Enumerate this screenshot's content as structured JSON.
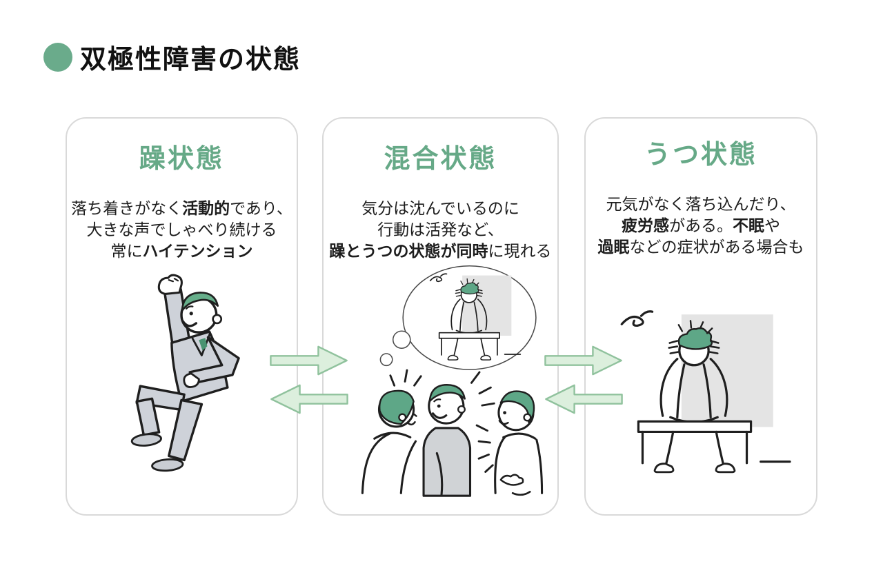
{
  "header": {
    "title": "双極性障害の状態"
  },
  "cards": [
    {
      "id": "manic",
      "title": "躁状態",
      "body": [
        [
          "落ち着きがなく",
          "活動的",
          "であり、"
        ],
        [
          "大きな声でしゃべり続ける"
        ],
        [
          "常に",
          "ハイテンション"
        ]
      ],
      "illustration": "energetic-man-in-gray-suit-raising-fist"
    },
    {
      "id": "mixed",
      "title": "混合状態",
      "body": [
        [
          "気分は沈んでいるのに"
        ],
        [
          "行動は活発など、"
        ],
        [
          "躁とうつの状態が同時",
          "に現れる"
        ]
      ],
      "illustration": "three-people-chatting-with-depressed-thought-bubble"
    },
    {
      "id": "depressive",
      "title": "うつ状態",
      "body": [
        [
          "元気がなく落ち込んだり、"
        ],
        [
          "疲労感",
          "がある。",
          "不眠",
          "や"
        ],
        [
          "過眠",
          "などの症状がある場合も"
        ]
      ],
      "illustration": "man-sitting-on-bench-holding-head"
    }
  ],
  "icons": {
    "title_bullet": "green-circle",
    "arrow_right": "right-arrow",
    "arrow_left": "left-arrow"
  },
  "colors": {
    "accent_green": "#66a987",
    "bullet_green": "#6aab8b",
    "hair_green": "#5ea787",
    "arrow_fill": "#dcefdd",
    "arrow_stroke": "#90c29d",
    "suit_gray": "#ced2d9",
    "panel_gray": "#e4e4e4",
    "card_border": "#d9d9d9"
  }
}
